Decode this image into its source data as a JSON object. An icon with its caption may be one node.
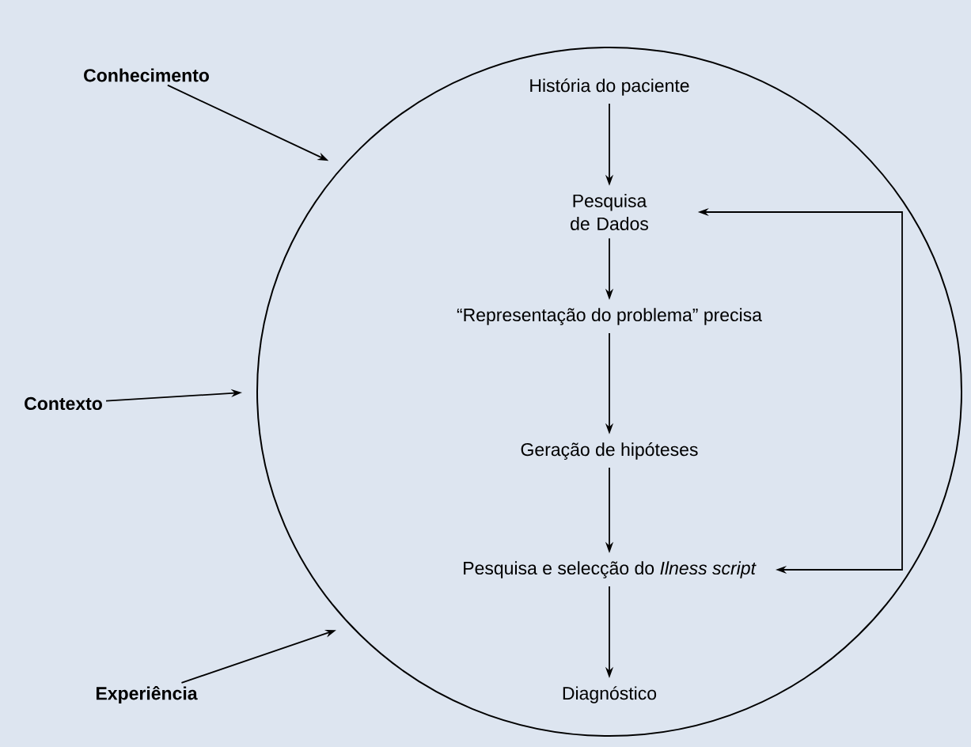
{
  "diagram": {
    "nodes": [
      {
        "text": [],
        "shape": "circle"
      },
      {
        "text": [
          "História do paciente"
        ],
        "in": 0
      },
      {
        "text": [
          "Pesquisa de Dados"
        ],
        "in": 0
      },
      {
        "text": [
          "“Representação do problema” precisa"
        ],
        "in": 0
      },
      {
        "text": [
          "Geração de hipóteses"
        ],
        "in": 0
      },
      {
        "text": [
          "Pesquisa e selecção do *Ilness script*"
        ],
        "in": 0
      },
      {
        "text": [
          "Diagnóstico"
        ],
        "in": 0
      },
      {
        "text": [
          "Conhecimento"
        ]
      },
      {
        "text": [
          "Contexto"
        ]
      },
      {
        "text": [
          "Experiência"
        ]
      }
    ],
    "edges": [
      {
        "from": 1,
        "to": 2,
        "arrow": "to"
      },
      {
        "from": 2,
        "to": 3,
        "arrow": "to"
      },
      {
        "from": 3,
        "to": 4,
        "arrow": "to"
      },
      {
        "from": 4,
        "to": 5,
        "arrow": "to"
      },
      {
        "from": 5,
        "to": 6,
        "arrow": "to"
      },
      {
        "from": 5,
        "to": 2,
        "arrow": "both"
      },
      {
        "from": 7,
        "to": 0,
        "arrow": "to"
      },
      {
        "from": 8,
        "to": 0,
        "arrow": "to"
      },
      {
        "from": 9,
        "to": 0,
        "arrow": "to"
      }
    ]
  }
}
